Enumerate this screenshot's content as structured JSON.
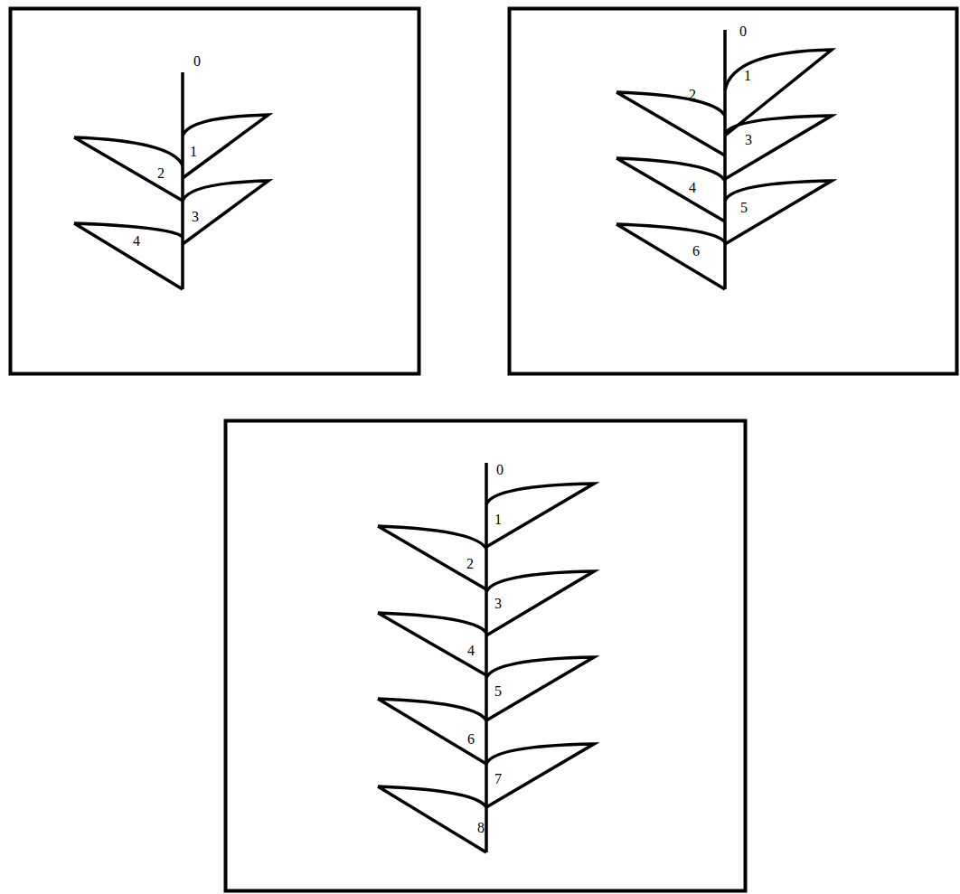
{
  "diagram": {
    "labels": [
      "0",
      "1",
      "2",
      "3",
      "4",
      "0",
      "1",
      "2",
      "3",
      "4",
      "5",
      "6",
      "0",
      "1",
      "2",
      "3",
      "4",
      "5",
      "6",
      "7",
      "8"
    ]
  }
}
